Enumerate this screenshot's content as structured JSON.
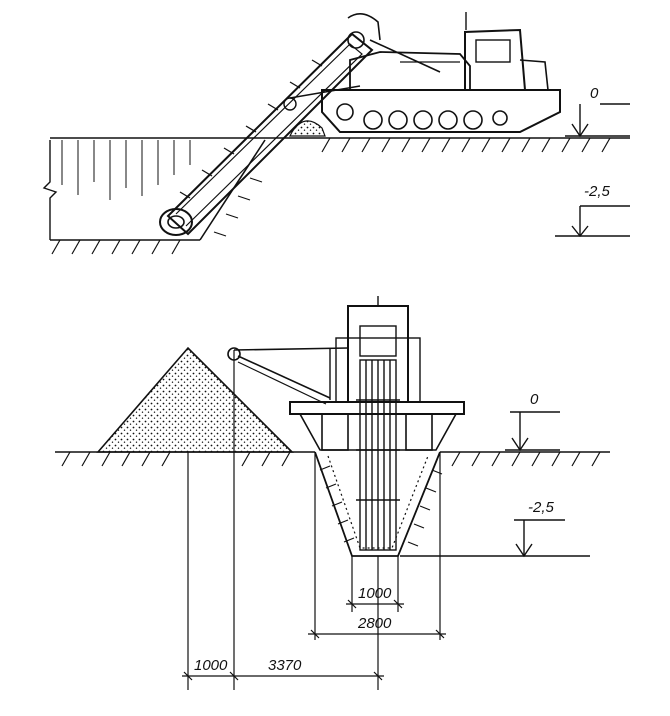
{
  "side_view": {
    "level_zero": "0",
    "level_depth": "-2,5"
  },
  "section_view": {
    "level_zero": "0",
    "level_depth": "-2,5",
    "dim_bottom_width": "1000",
    "dim_top_width": "2800",
    "dim_spoil_offset": "1000",
    "dim_machine_offset": "3370"
  },
  "colors": {
    "ink": "#111111",
    "paper": "#ffffff"
  }
}
